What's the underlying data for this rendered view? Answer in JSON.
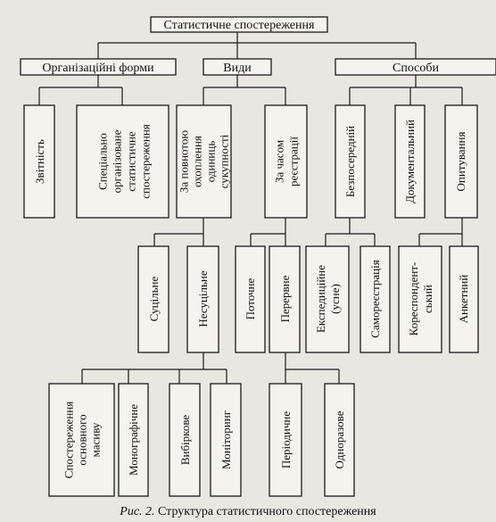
{
  "root": "Статистичне спостереження",
  "branches": {
    "forms": "Організаційні форми",
    "types": "Види",
    "methods": "Способи"
  },
  "forms": {
    "reporting": "Звітність",
    "special": [
      "Спеціально",
      "організоване",
      "статистичне",
      "спостереження"
    ]
  },
  "types": {
    "coverage": [
      "За повнотою",
      "охоплення",
      "одиниць",
      "сукупності"
    ],
    "time": [
      "За часом",
      "реєстрації"
    ],
    "continuous_full": "Суцільне",
    "non_continuous": "Несуцільне",
    "current": "Поточне",
    "interrupted": "Перервне",
    "main_mass": [
      "Спостереження",
      "основного",
      "масиву"
    ],
    "monographic": "Монографічне",
    "sample": "Вибіркове",
    "monitoring": "Моніторинг",
    "periodic": "Періодичне",
    "one_time": "Одноразове"
  },
  "methods": {
    "direct": "Безпосередній",
    "documentary": "Документальний",
    "survey": "Опитування",
    "expedition": [
      "Експедиційне",
      "(усне)"
    ],
    "self_registration": "Самореєстрація",
    "correspondent": [
      "Кореспондент-",
      "ський"
    ],
    "questionnaire": "Анкетний"
  },
  "caption": {
    "label": "Рис. 2.",
    "text": "Структура статистичного спостереження"
  }
}
